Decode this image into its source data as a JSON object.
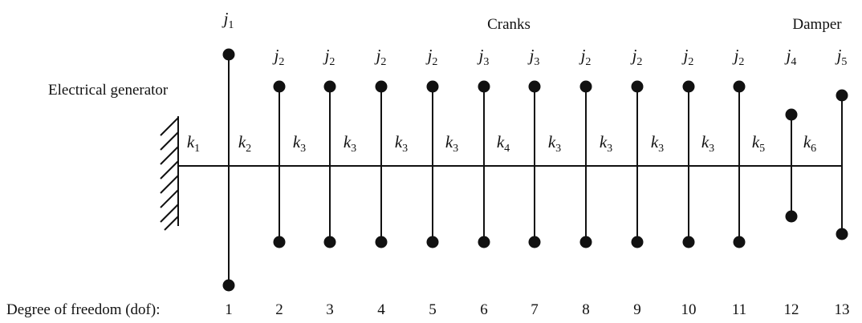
{
  "labels": {
    "generator": "Electrical generator",
    "cranks": "Cranks",
    "damper": "Damper",
    "dof_title": "Degree of freedom (dof):"
  },
  "inertias": [
    {
      "dof": "1",
      "label": "j",
      "sub": "1"
    },
    {
      "dof": "2",
      "label": "j",
      "sub": "2"
    },
    {
      "dof": "3",
      "label": "j",
      "sub": "2"
    },
    {
      "dof": "4",
      "label": "j",
      "sub": "2"
    },
    {
      "dof": "5",
      "label": "j",
      "sub": "2"
    },
    {
      "dof": "6",
      "label": "j",
      "sub": "3"
    },
    {
      "dof": "7",
      "label": "j",
      "sub": "3"
    },
    {
      "dof": "8",
      "label": "j",
      "sub": "2"
    },
    {
      "dof": "9",
      "label": "j",
      "sub": "2"
    },
    {
      "dof": "10",
      "label": "j",
      "sub": "2"
    },
    {
      "dof": "11",
      "label": "j",
      "sub": "2"
    },
    {
      "dof": "12",
      "label": "j",
      "sub": "4"
    },
    {
      "dof": "13",
      "label": "j",
      "sub": "5"
    }
  ],
  "stiffnesses": [
    {
      "label": "k",
      "sub": "1"
    },
    {
      "label": "k",
      "sub": "2"
    },
    {
      "label": "k",
      "sub": "3"
    },
    {
      "label": "k",
      "sub": "3"
    },
    {
      "label": "k",
      "sub": "3"
    },
    {
      "label": "k",
      "sub": "3"
    },
    {
      "label": "k",
      "sub": "4"
    },
    {
      "label": "k",
      "sub": "3"
    },
    {
      "label": "k",
      "sub": "3"
    },
    {
      "label": "k",
      "sub": "3"
    },
    {
      "label": "k",
      "sub": "3"
    },
    {
      "label": "k",
      "sub": "5"
    },
    {
      "label": "k",
      "sub": "6"
    }
  ]
}
